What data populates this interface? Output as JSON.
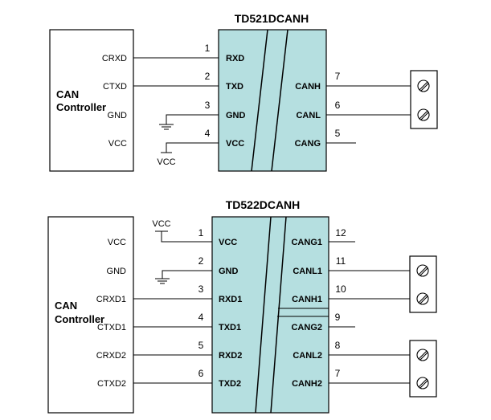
{
  "colors": {
    "chip_fill": "#b5dfe0",
    "line": "#000000",
    "background": "#ffffff"
  },
  "top": {
    "title": "TD521DCANH",
    "controller_line1": "CAN",
    "controller_line2": "Controller",
    "controller_pins": [
      "CRXD",
      "CTXD",
      "GND",
      "VCC"
    ],
    "vcc_tag": "VCC",
    "left_pins": [
      {
        "num": "1",
        "name": "RXD"
      },
      {
        "num": "2",
        "name": "TXD"
      },
      {
        "num": "3",
        "name": "GND"
      },
      {
        "num": "4",
        "name": "VCC"
      }
    ],
    "right_pins": [
      {
        "num": "7",
        "name": "CANH"
      },
      {
        "num": "6",
        "name": "CANL"
      },
      {
        "num": "5",
        "name": "CANG"
      }
    ]
  },
  "bottom": {
    "title": "TD522DCANH",
    "controller_line1": "CAN",
    "controller_line2": "Controller",
    "controller_pins": [
      "VCC",
      "GND",
      "CRXD1",
      "CTXD1",
      "CRXD2",
      "CTXD2"
    ],
    "vcc_tag": "VCC",
    "left_pins": [
      {
        "num": "1",
        "name": "VCC"
      },
      {
        "num": "2",
        "name": "GND"
      },
      {
        "num": "3",
        "name": "RXD1"
      },
      {
        "num": "4",
        "name": "TXD1"
      },
      {
        "num": "5",
        "name": "RXD2"
      },
      {
        "num": "6",
        "name": "TXD2"
      }
    ],
    "right_pins": [
      {
        "num": "12",
        "name": "CANG1"
      },
      {
        "num": "11",
        "name": "CANL1"
      },
      {
        "num": "10",
        "name": "CANH1"
      },
      {
        "num": "9",
        "name": "CANG2"
      },
      {
        "num": "8",
        "name": "CANL2"
      },
      {
        "num": "7",
        "name": "CANH2"
      }
    ]
  }
}
